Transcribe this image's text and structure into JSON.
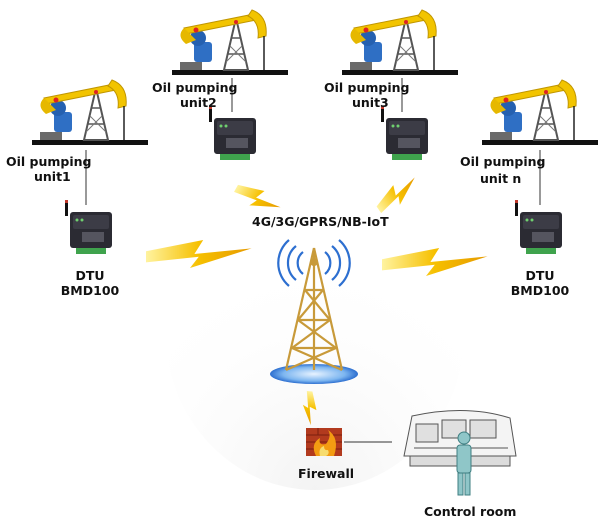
{
  "units": [
    {
      "label_line1": "Oil pumping",
      "label_line2": "unit1"
    },
    {
      "label_line1": "Oil pumping",
      "label_line2": "unit2"
    },
    {
      "label_line1": "Oil pumping",
      "label_line2": "unit3"
    },
    {
      "label_line1": "Oil pumping",
      "label_line2": "unit n"
    }
  ],
  "dtu_left": {
    "line1": "DTU",
    "line2": "BMD100"
  },
  "dtu_right": {
    "line1": "DTU",
    "line2": "BMD100"
  },
  "network_label": "4G/3G/GPRS/NB-IoT",
  "firewall_label": "Firewall",
  "control_room_label": "Control room",
  "colors": {
    "pump_yellow": "#f2c400",
    "pump_blue": "#2f6fc4",
    "tower_gold": "#c89a3a",
    "lightning": "#f4b400",
    "firewall_brick": "#b23a1e",
    "device_dark": "#2b2b33"
  }
}
